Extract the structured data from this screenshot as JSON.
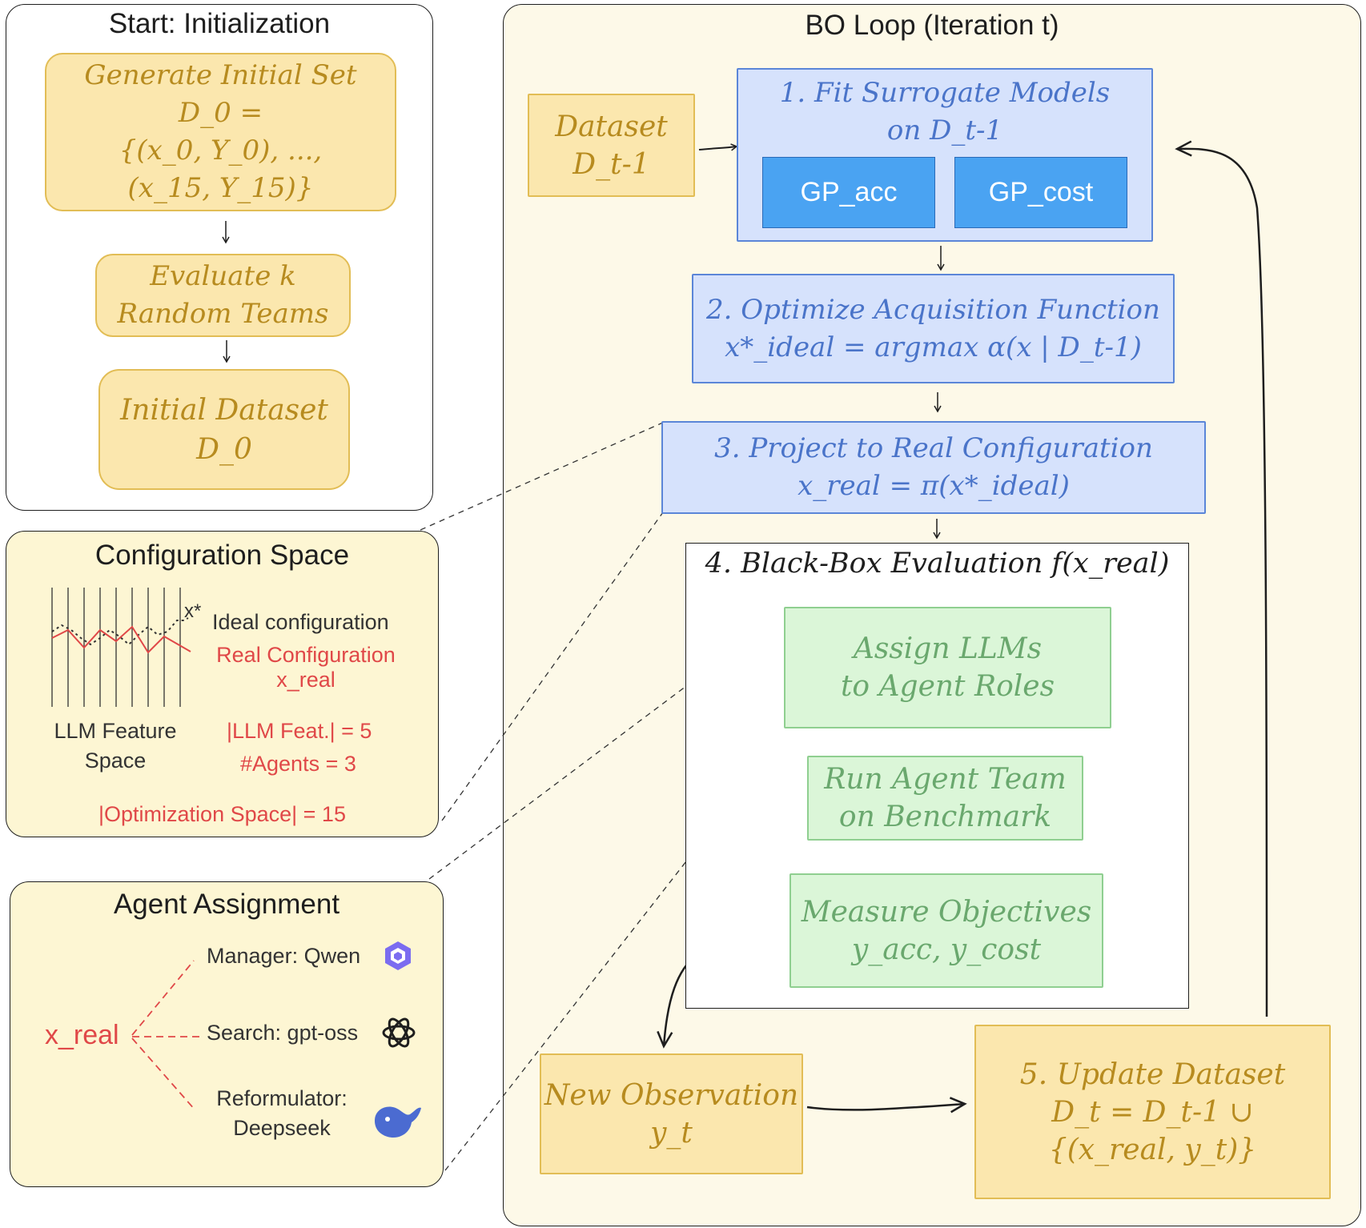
{
  "init_panel": {
    "title": "Start: Initialization",
    "generate_lines": [
      "Generate Initial Set",
      "D_0 =",
      "{(x_0, Y_0), ...,",
      "(x_15, Y_15)}"
    ],
    "evaluate_lines": [
      "Evaluate k",
      "Random Teams"
    ],
    "dataset_lines": [
      "Initial Dataset",
      "D_0"
    ]
  },
  "config_panel": {
    "title": "Configuration Space",
    "x_star": "x*",
    "ideal_label": "Ideal configuration",
    "real_label_lines": [
      "Real Configuration",
      "x_real"
    ],
    "feature_space_lines": [
      "LLM Feature",
      "Space"
    ],
    "llm_feat": "|LLM Feat.| = 5",
    "agents": "#Agents = 3",
    "opt_space": "|Optimization Space| = 15"
  },
  "agent_panel": {
    "title": "Agent Assignment",
    "root": "x_real",
    "manager": "Manager: Qwen",
    "search": "Search: gpt-oss",
    "reform_lines": [
      "Reformulator:",
      "Deepseek"
    ]
  },
  "bo_panel": {
    "title": "BO Loop (Iteration t)",
    "dataset_lines": [
      "Dataset",
      "D_t-1"
    ],
    "step1_lines": [
      "1. Fit Surrogate Models",
      "on D_t-1"
    ],
    "gp_acc": "GP_acc",
    "gp_cost": "GP_cost",
    "step2_lines": [
      "2. Optimize Acquisition Function",
      "x*_ideal = argmax α(x | D_t-1)"
    ],
    "step3_lines": [
      "3. Project to Real Configuration",
      "x_real = π(x*_ideal)"
    ],
    "step4_title": "4. Black-Box Evaluation f(x_real)",
    "assign_lines": [
      "Assign LLMs",
      "to Agent Roles"
    ],
    "run_lines": [
      "Run Agent Team",
      "on Benchmark"
    ],
    "measure_lines": [
      "Measure Objectives",
      "y_acc, y_cost"
    ],
    "observation_lines": [
      "New Observation",
      "y_t"
    ],
    "step5_lines": [
      "5. Update Dataset",
      "D_t = D_t-1 ∪",
      "{(x_real, y_t)}"
    ]
  },
  "colors": {
    "yellow_fill": "#fbe7ae",
    "blue_fill": "#d6e2fc",
    "green_fill": "#dbf6d8",
    "gp_fill": "#4aa3f2",
    "red_text": "#e04848",
    "panel_fill": "#fdf9e8"
  },
  "icons": {
    "manager": "qwen-logo-icon",
    "search": "openai-logo-icon",
    "reformulator": "deepseek-whale-icon"
  }
}
